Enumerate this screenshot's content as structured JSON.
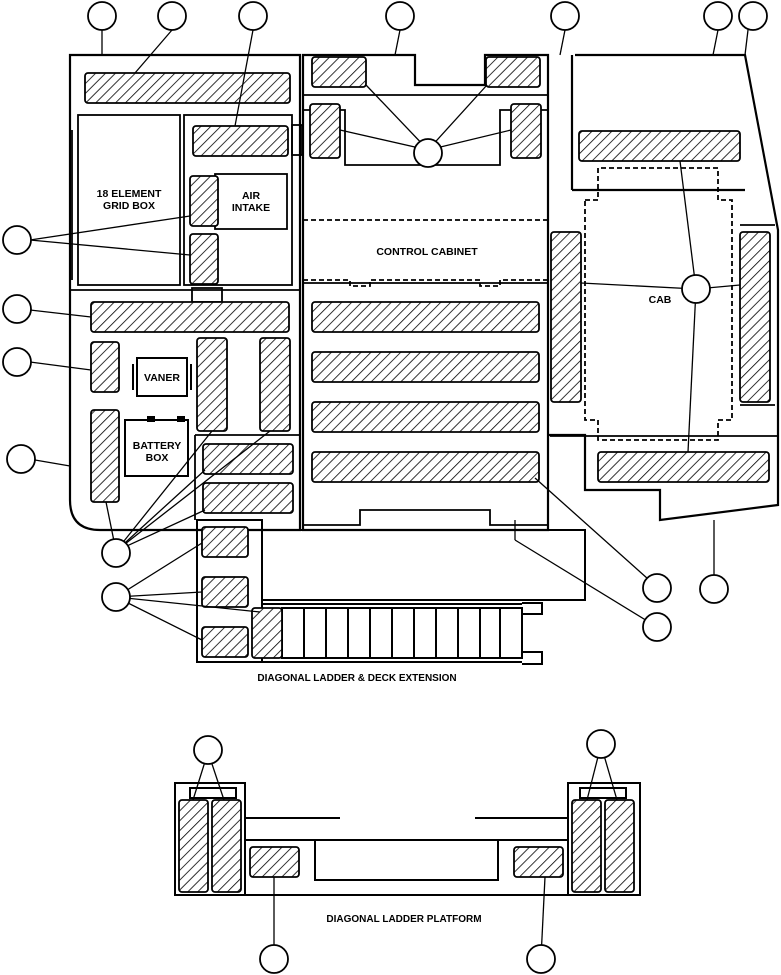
{
  "labels": {
    "grid_box_line1": "18 ELEMENT",
    "grid_box_line2": "GRID BOX",
    "air_intake_line1": "AIR",
    "air_intake_line2": "INTAKE",
    "control_cabinet": "CONTROL CABINET",
    "cab": "CAB",
    "vaner": "VANER",
    "battery_box_line1": "BATTERY",
    "battery_box_line2": "BOX",
    "ladder_caption": "DIAGONAL LADDER & DECK EXTENSION",
    "platform_caption": "DIAGONAL LADDER PLATFORM"
  }
}
